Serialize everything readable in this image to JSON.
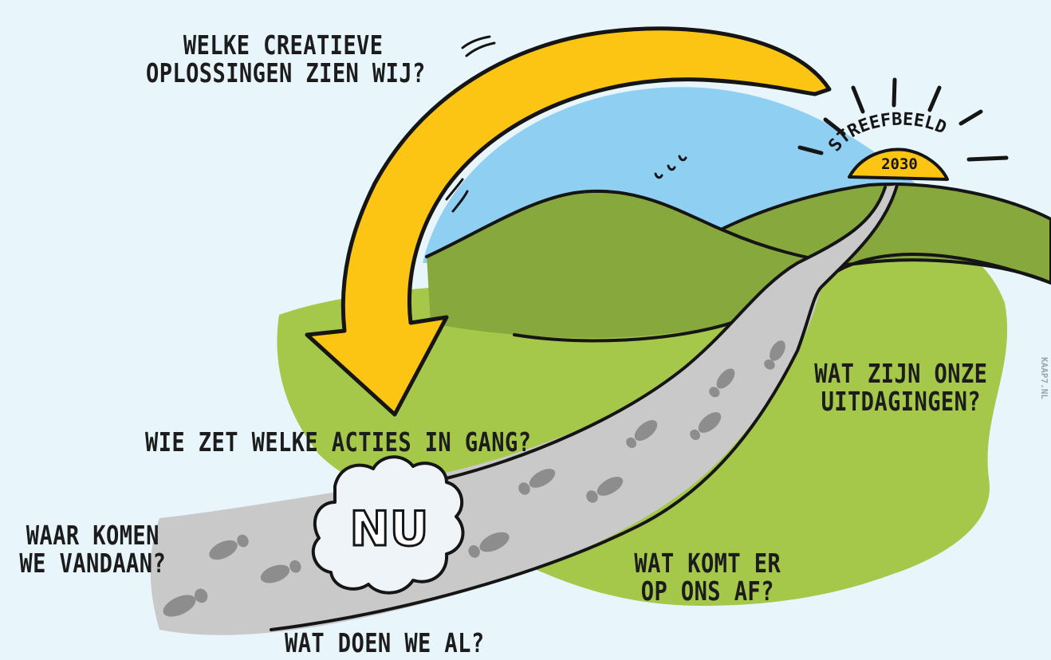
{
  "labels": {
    "creative_line1": "WELKE CREATIEVE",
    "creative_line2": "OPLOSSINGEN ZIEN WIJ?",
    "challenges_line1": "WAT ZIJN ONZE",
    "challenges_line2": "UITDAGINGEN?",
    "actions": "WIE ZET WELKE ACTIES IN GANG?",
    "origin_line1": "WAAR KOMEN",
    "origin_line2": "WE VANDAAN?",
    "coming_line1": "WAT KOMT ER",
    "coming_line2": "OP ONS AF?",
    "doing": "WAT DOEN WE AL?",
    "now": "NU",
    "vision": "STREEFBEELD",
    "year": "2030",
    "credit": "KAAP7.NL"
  },
  "colors": {
    "background": "#e8f6fc",
    "sky": "#8fd0f2",
    "hill_light": "#a5c74a",
    "hill_dark": "#86a83c",
    "road": "#c9c9c9",
    "footprint": "#8d8d8d",
    "arrow": "#fdc513",
    "sun": "#fdc513",
    "outline": "#151515"
  },
  "icons": {
    "cloud": "cloud-shape",
    "sun": "sun-icon",
    "arrow": "curved-arrow-icon",
    "birds": "birds-icon",
    "footprints": "footprint-icon"
  }
}
